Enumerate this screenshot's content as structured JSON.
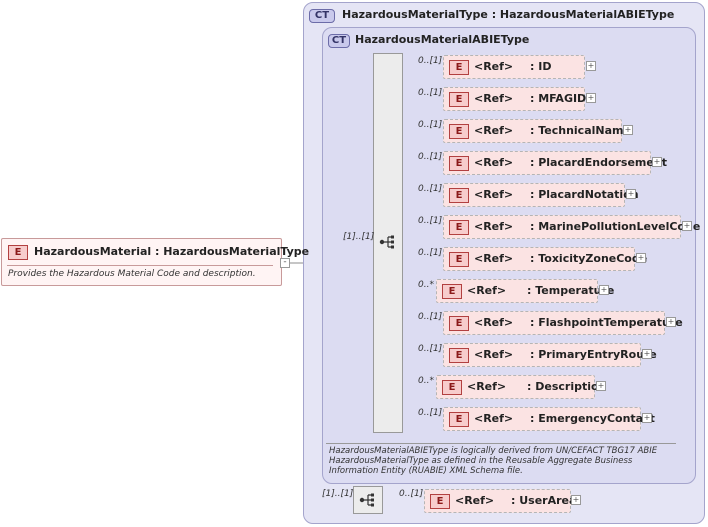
{
  "main_element": {
    "badge": "E",
    "title": "HazardousMaterial : HazardousMaterialType",
    "description": "Provides the Hazardous Material Code and description.",
    "collapse": "-"
  },
  "outer_type": {
    "badge": "CT",
    "title": "HazardousMaterialType : HazardousMaterialABIEType"
  },
  "inner_type": {
    "badge": "CT",
    "title": "HazardousMaterialABIEType",
    "sequence_cardinality": "[1]..[1]",
    "note": "HazardousMaterialABIEType is logically derived from UN/CEFACT TBG17 ABIE HazardousMaterialType as defined in the Reusable Aggregate Business Information Entity (RUABIE) XML Schema file."
  },
  "elements": [
    {
      "card": "0..[1]",
      "badge": "E",
      "ref": "<Ref>",
      "name": ": ID",
      "expand": "+"
    },
    {
      "card": "0..[1]",
      "badge": "E",
      "ref": "<Ref>",
      "name": ": MFAGID",
      "expand": "+"
    },
    {
      "card": "0..[1]",
      "badge": "E",
      "ref": "<Ref>",
      "name": ": TechnicalName",
      "expand": "+"
    },
    {
      "card": "0..[1]",
      "badge": "E",
      "ref": "<Ref>",
      "name": ": PlacardEndorsement",
      "expand": "+"
    },
    {
      "card": "0..[1]",
      "badge": "E",
      "ref": "<Ref>",
      "name": ": PlacardNotation",
      "expand": "+"
    },
    {
      "card": "0..[1]",
      "badge": "E",
      "ref": "<Ref>",
      "name": ": MarinePollutionLevelCode",
      "expand": "+"
    },
    {
      "card": "0..[1]",
      "badge": "E",
      "ref": "<Ref>",
      "name": ": ToxicityZoneCode",
      "expand": "+"
    },
    {
      "card": "0..*",
      "badge": "E",
      "ref": "<Ref>",
      "name": ": Temperature",
      "expand": "+"
    },
    {
      "card": "0..[1]",
      "badge": "E",
      "ref": "<Ref>",
      "name": ": FlashpointTemperature",
      "expand": "+"
    },
    {
      "card": "0..[1]",
      "badge": "E",
      "ref": "<Ref>",
      "name": ": PrimaryEntryRoute",
      "expand": "+"
    },
    {
      "card": "0..*",
      "badge": "E",
      "ref": "<Ref>",
      "name": ": Description",
      "expand": "+"
    },
    {
      "card": "0..[1]",
      "badge": "E",
      "ref": "<Ref>",
      "name": ": EmergencyContact",
      "expand": "+"
    }
  ],
  "user_area": {
    "sequence_cardinality": "[1]..[1]",
    "card": "0..[1]",
    "badge": "E",
    "ref": "<Ref>",
    "name": ": UserArea",
    "expand": "+"
  }
}
